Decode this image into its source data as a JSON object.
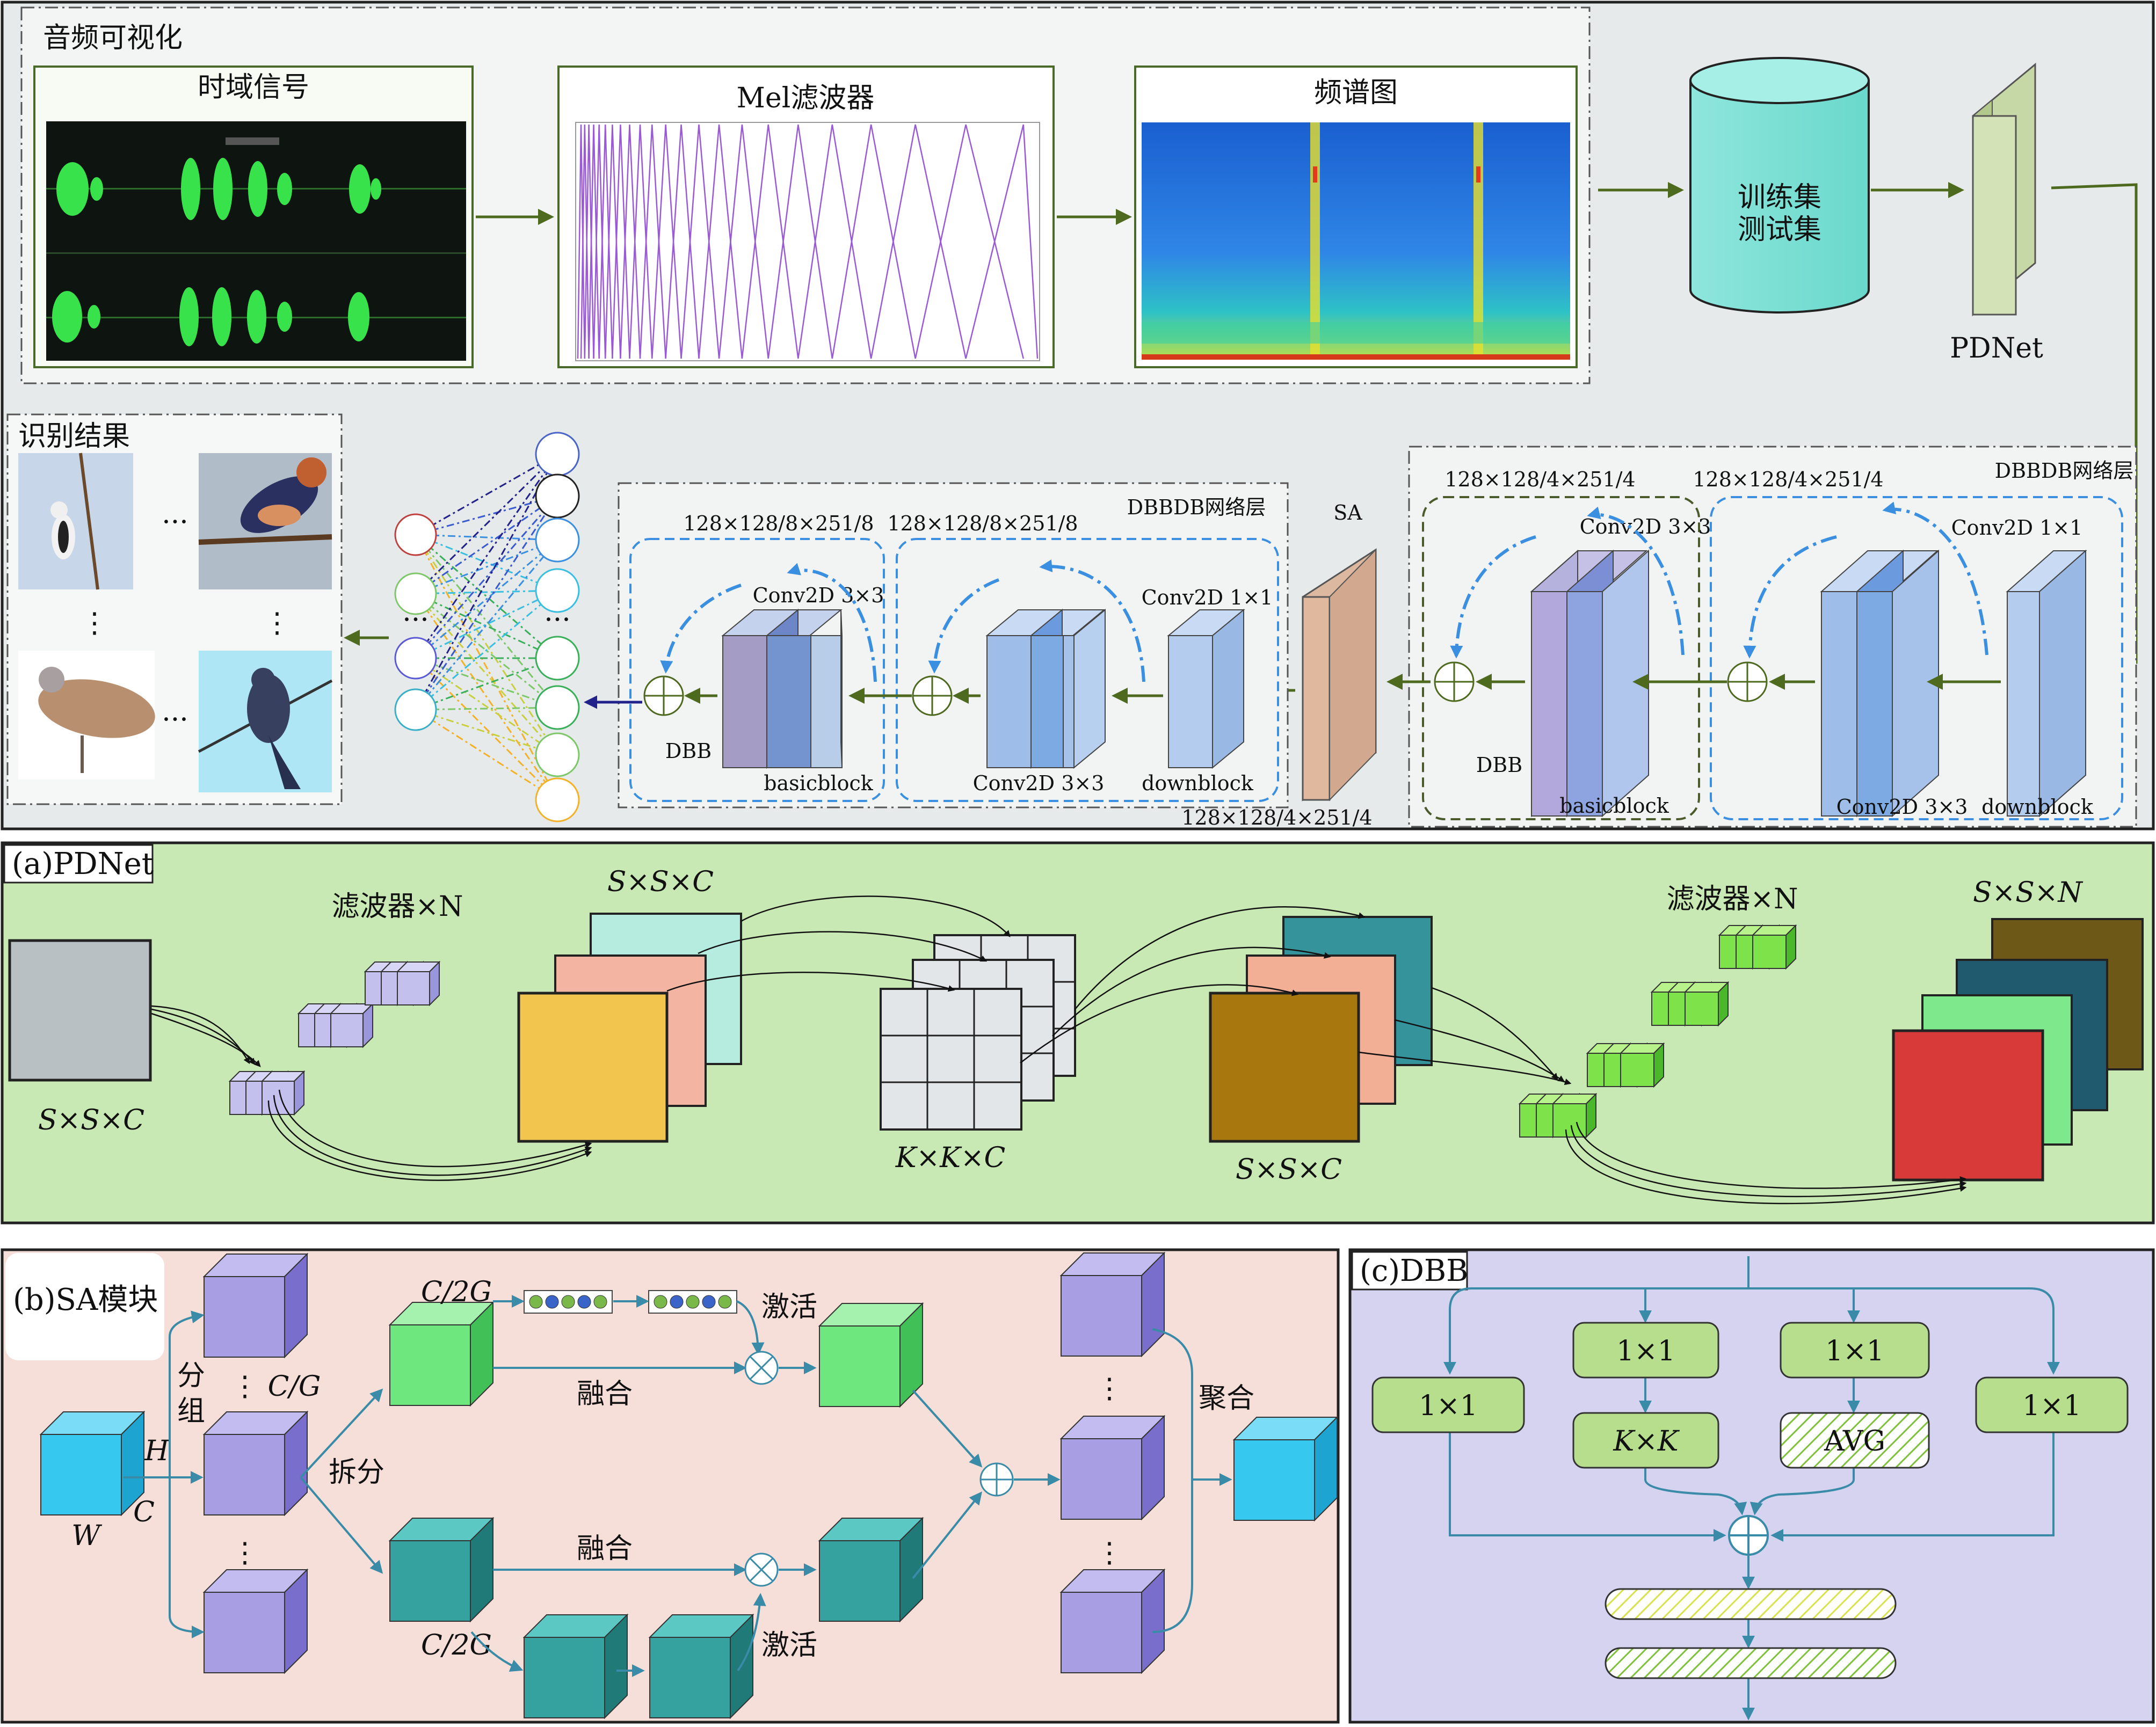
{
  "top": {
    "audio_group": "音频可视化",
    "time_signal": "时域信号",
    "mel_filter": "Mel滤波器",
    "spectrogram": "频谱图",
    "dataset_line1": "训练集",
    "dataset_line2": "测试集",
    "pdnet": "PDNet",
    "result": "识别结果",
    "sa": "SA",
    "ellipsis_h": "···",
    "ellipsis_v": "⋮",
    "left_group": {
      "title": "DBBDB网络层",
      "dim1": "128×128/8×251/8",
      "dim2": "128×128/8×251/8",
      "conv3": "Conv2D 3×3",
      "conv1": "Conv2D 1×1",
      "dbb": "DBB",
      "basicblock": "basicblock",
      "conv3b": "Conv2D 3×3",
      "downblock": "downblock"
    },
    "right_group": {
      "title": "DBBDB网络层",
      "dim1": "128×128/4×251/4",
      "dim2": "128×128/4×251/4",
      "conv3": "Conv2D 3×3",
      "conv1": "Conv2D 1×1",
      "dbb": "DBB",
      "basicblock": "basicblock",
      "conv3b": "Conv2D 3×3",
      "downblock": "downblock"
    },
    "sa_dim": "128×128/4×251/4"
  },
  "panel_a": {
    "tag": "(a)PDNet",
    "in_label": "S×S×C",
    "filters1": "滤波器×N",
    "stack1": "S×S×C",
    "kernel": "K×K×C",
    "stack2": "S×S×C",
    "filters2": "滤波器×N",
    "out_label": "S×S×N"
  },
  "panel_b": {
    "tag": "(b)SA模块",
    "H": "H",
    "W": "W",
    "C": "C",
    "group": "分组",
    "cg": "C/G",
    "split": "拆分",
    "c2g_top": "C/2G",
    "c2g_bot": "C/2G",
    "fuse_top": "融合",
    "fuse_bot": "融合",
    "act_top": "激活",
    "act_bot": "激活",
    "aggregate": "聚合",
    "vdots": "⋮"
  },
  "panel_c": {
    "tag": "(c)DBB",
    "b1": "1×1",
    "b2a": "1×1",
    "b2b": "K×K",
    "b3a": "1×1",
    "b3b": "AVG",
    "b4": "1×1"
  },
  "colors": {
    "top_bg": "#e6eaea",
    "panel_a_bg": "#c9e9b4",
    "panel_b_bg": "#f6dfd8",
    "panel_c_bg": "#d5d3ef",
    "arrow_green": "#4e6a1e",
    "arrow_blue": "#3a8ba8",
    "dash_blue": "#3a8fe0"
  }
}
